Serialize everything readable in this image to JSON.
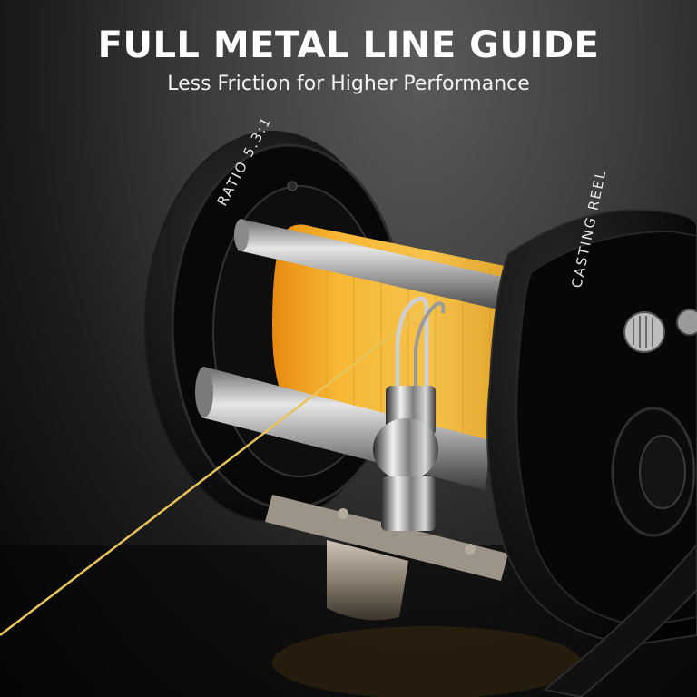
{
  "banner": {
    "headline": "FULL METAL LINE GUIDE",
    "subheadline": "Less Friction for Higher Performance"
  },
  "product": {
    "type": "fishing-casting-reel",
    "left_plate_label": "RATIO 5.3:1",
    "right_plate_label": "CASTING REEL",
    "line_color": "#f4b32a",
    "body_color": "#0a0a0a",
    "metal_color": "#b8b8b8"
  },
  "colors": {
    "background_top": "#4a4a4a",
    "background_bottom": "#050505",
    "headline_text": "#ffffff"
  }
}
